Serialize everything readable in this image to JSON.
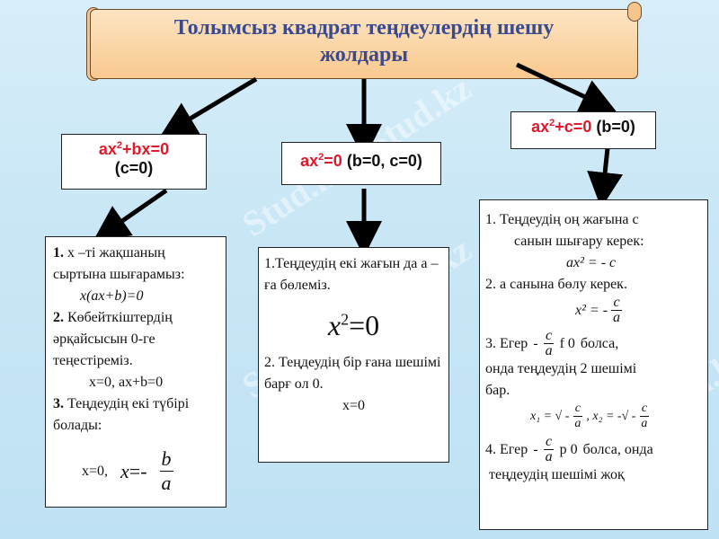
{
  "title": {
    "line1": "Толымсыз квадрат теңдеулердің шешу",
    "line2": "жолдары"
  },
  "watermark": "Stud.kz - Stud.kz",
  "cases": {
    "left": {
      "hdr_pre": "ax",
      "hdr_sup": "2",
      "hdr_mid": "+bx=0",
      "hdr_cond": "(c=0)",
      "s1_num": "1.",
      "s1_text": "x –ті жақшаның сыртына шығарамыз:",
      "s1_eq": "x(ax+b)=0",
      "s2_num": "2.",
      "s2_text": "Көбейткіштердің әрқайсысын 0-ге теңестіреміз.",
      "s2_eq": "x=0, ax+b=0",
      "s3_num": "3.",
      "s3_text": "Теңдеудің екі түбірі болады:",
      "s3_pre": "x=0,",
      "s3_x": "x",
      "s3_eq": "=-",
      "s3_n": "b",
      "s3_d": "a"
    },
    "middle": {
      "hdr_pre": "ax",
      "hdr_sup": "2",
      "hdr_mid": "=0",
      "hdr_cond": "(b=0, c=0)",
      "s1": "1.Теңдеудің екі жағын да а – ға бөлеміз.",
      "eq_x": "x",
      "eq_sup": "2",
      "eq_rest": "=0",
      "s2": "2. Теңдеудің бір ғана шешімі барғ ол 0.",
      "s2_eq": "x=0"
    },
    "right": {
      "hdr_pre": "ax",
      "hdr_sup": "2",
      "hdr_mid": "+c=0",
      "hdr_cond": "(b=0)",
      "s1": "1.   Теңдеудің оң жағына с",
      "s1b": "санын шығару керек:",
      "s1_eq": "ax² = - c",
      "s2": "2. а санына бөлу керек.",
      "s2_eq_l": "x² = -",
      "frac_n": "c",
      "frac_d": "a",
      "s3_pre": "3. Егер",
      "s3_minus": "-",
      "s3_rel": "f 0",
      "s3_post": "болса,",
      "s3b": "онда теңдеудің 2 шешімі",
      "s3c": "бар.",
      "roots_x1": "x₁ = √ -",
      "roots_x2": ", x₂ = -√ -",
      "s4_pre": "4. Егер",
      "s4_minus": "-",
      "s4_rel": "p 0",
      "s4_post": "болса, онда",
      "s4b": "теңдеудің шешімі жоқ"
    }
  },
  "colors": {
    "red": "#e0182a",
    "title": "#3a4a8c",
    "scroll": "#f9c98f"
  }
}
